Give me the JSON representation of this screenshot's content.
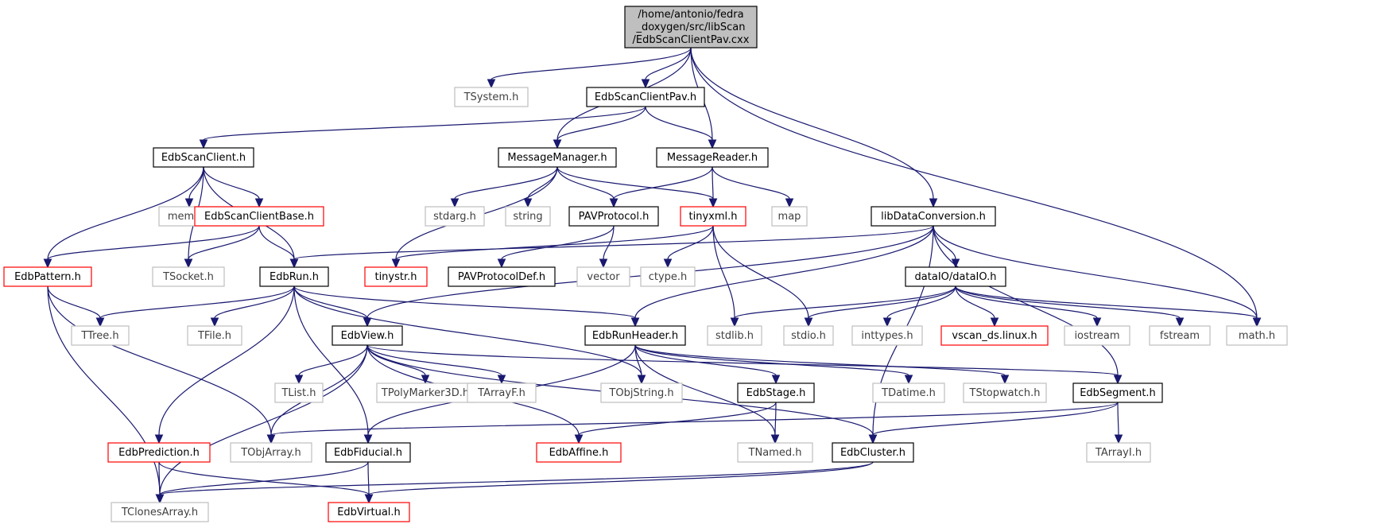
{
  "colors": {
    "edge": "#191970",
    "root_fill": "#bfbfbf",
    "documented_border": "#000000",
    "external_border": "#bfbfbf",
    "truncated_border": "#ff0000",
    "documented_text": "#000000",
    "external_text": "#404040"
  },
  "graph": {
    "root": "root",
    "nodes": [
      {
        "id": "root",
        "label": "/home/antonio/fedra\n_doxygen/src/libScan\n/EdbScanClientPav.cxx",
        "style": "root"
      },
      {
        "id": "TSystem",
        "label": "TSystem.h",
        "style": "external"
      },
      {
        "id": "EdbScanClientPav",
        "label": "EdbScanClientPav.h",
        "style": "documented"
      },
      {
        "id": "EdbScanClient",
        "label": "EdbScanClient.h",
        "style": "documented"
      },
      {
        "id": "MessageManager",
        "label": "MessageManager.h",
        "style": "documented"
      },
      {
        "id": "MessageReader",
        "label": "MessageReader.h",
        "style": "documented"
      },
      {
        "id": "memory",
        "label": "memory",
        "style": "external"
      },
      {
        "id": "EdbScanClientBase",
        "label": "EdbScanClientBase.h",
        "style": "truncated"
      },
      {
        "id": "stdarg",
        "label": "stdarg.h",
        "style": "external"
      },
      {
        "id": "string",
        "label": "string",
        "style": "external"
      },
      {
        "id": "PAVProtocol",
        "label": "PAVProtocol.h",
        "style": "documented"
      },
      {
        "id": "tinyxml",
        "label": "tinyxml.h",
        "style": "truncated"
      },
      {
        "id": "map",
        "label": "map",
        "style": "external"
      },
      {
        "id": "libDataConversion",
        "label": "libDataConversion.h",
        "style": "documented"
      },
      {
        "id": "EdbPattern",
        "label": "EdbPattern.h",
        "style": "truncated"
      },
      {
        "id": "TSocket",
        "label": "TSocket.h",
        "style": "external"
      },
      {
        "id": "EdbRun",
        "label": "EdbRun.h",
        "style": "documented"
      },
      {
        "id": "tinystr",
        "label": "tinystr.h",
        "style": "truncated"
      },
      {
        "id": "PAVProtocolDef",
        "label": "PAVProtocolDef.h",
        "style": "documented"
      },
      {
        "id": "vector",
        "label": "vector",
        "style": "external"
      },
      {
        "id": "ctype",
        "label": "ctype.h",
        "style": "external"
      },
      {
        "id": "dataIO",
        "label": "dataIO/dataIO.h",
        "style": "documented"
      },
      {
        "id": "TTree",
        "label": "TTree.h",
        "style": "external"
      },
      {
        "id": "TFile",
        "label": "TFile.h",
        "style": "external"
      },
      {
        "id": "EdbView",
        "label": "EdbView.h",
        "style": "documented"
      },
      {
        "id": "EdbRunHeader",
        "label": "EdbRunHeader.h",
        "style": "documented"
      },
      {
        "id": "stdlib",
        "label": "stdlib.h",
        "style": "external"
      },
      {
        "id": "stdio",
        "label": "stdio.h",
        "style": "external"
      },
      {
        "id": "inttypes",
        "label": "inttypes.h",
        "style": "external"
      },
      {
        "id": "vscan_ds",
        "label": "vscan_ds.linux.h",
        "style": "truncated"
      },
      {
        "id": "iostream",
        "label": "iostream",
        "style": "external"
      },
      {
        "id": "fstream",
        "label": "fstream",
        "style": "external"
      },
      {
        "id": "math",
        "label": "math.h",
        "style": "external"
      },
      {
        "id": "TList",
        "label": "TList.h",
        "style": "external"
      },
      {
        "id": "TPolyMarker3D",
        "label": "TPolyMarker3D.h",
        "style": "external"
      },
      {
        "id": "TArrayF",
        "label": "TArrayF.h",
        "style": "external"
      },
      {
        "id": "TObjString",
        "label": "TObjString.h",
        "style": "external"
      },
      {
        "id": "EdbStage",
        "label": "EdbStage.h",
        "style": "documented"
      },
      {
        "id": "TDatime",
        "label": "TDatime.h",
        "style": "external"
      },
      {
        "id": "TStopwatch",
        "label": "TStopwatch.h",
        "style": "external"
      },
      {
        "id": "EdbSegment",
        "label": "EdbSegment.h",
        "style": "documented"
      },
      {
        "id": "EdbPrediction",
        "label": "EdbPrediction.h",
        "style": "truncated"
      },
      {
        "id": "TObjArray",
        "label": "TObjArray.h",
        "style": "external"
      },
      {
        "id": "EdbFiducial",
        "label": "EdbFiducial.h",
        "style": "documented"
      },
      {
        "id": "EdbAffine",
        "label": "EdbAffine.h",
        "style": "truncated"
      },
      {
        "id": "TNamed",
        "label": "TNamed.h",
        "style": "external"
      },
      {
        "id": "EdbCluster",
        "label": "EdbCluster.h",
        "style": "documented"
      },
      {
        "id": "TArrayI",
        "label": "TArrayI.h",
        "style": "external"
      },
      {
        "id": "TClonesArray",
        "label": "TClonesArray.h",
        "style": "external"
      },
      {
        "id": "EdbVirtual",
        "label": "EdbVirtual.h",
        "style": "truncated"
      }
    ],
    "edges": [
      [
        "root",
        "TSystem"
      ],
      [
        "root",
        "EdbScanClientPav"
      ],
      [
        "root",
        "MessageManager"
      ],
      [
        "root",
        "MessageReader"
      ],
      [
        "root",
        "libDataConversion"
      ],
      [
        "root",
        "math"
      ],
      [
        "EdbScanClientPav",
        "EdbScanClient"
      ],
      [
        "EdbScanClientPav",
        "MessageManager"
      ],
      [
        "EdbScanClientPav",
        "MessageReader"
      ],
      [
        "EdbScanClient",
        "memory"
      ],
      [
        "EdbScanClient",
        "EdbScanClientBase"
      ],
      [
        "EdbScanClient",
        "EdbPattern"
      ],
      [
        "EdbScanClient",
        "TSocket"
      ],
      [
        "EdbScanClient",
        "EdbRun"
      ],
      [
        "EdbScanClientBase",
        "EdbPattern"
      ],
      [
        "EdbScanClientBase",
        "TSocket"
      ],
      [
        "EdbScanClientBase",
        "EdbRun"
      ],
      [
        "MessageManager",
        "stdarg"
      ],
      [
        "MessageManager",
        "string"
      ],
      [
        "MessageManager",
        "PAVProtocol"
      ],
      [
        "MessageManager",
        "tinyxml"
      ],
      [
        "MessageManager",
        "tinystr"
      ],
      [
        "MessageReader",
        "PAVProtocol"
      ],
      [
        "MessageReader",
        "tinyxml"
      ],
      [
        "MessageReader",
        "map"
      ],
      [
        "PAVProtocol",
        "PAVProtocolDef"
      ],
      [
        "PAVProtocol",
        "vector"
      ],
      [
        "tinyxml",
        "tinystr"
      ],
      [
        "tinyxml",
        "ctype"
      ],
      [
        "tinyxml",
        "stdlib"
      ],
      [
        "tinyxml",
        "stdio"
      ],
      [
        "libDataConversion",
        "EdbRun"
      ],
      [
        "libDataConversion",
        "EdbView"
      ],
      [
        "libDataConversion",
        "EdbRunHeader"
      ],
      [
        "libDataConversion",
        "dataIO"
      ],
      [
        "libDataConversion",
        "math"
      ],
      [
        "libDataConversion",
        "EdbSegment"
      ],
      [
        "libDataConversion",
        "EdbCluster"
      ],
      [
        "dataIO",
        "stdlib"
      ],
      [
        "dataIO",
        "stdio"
      ],
      [
        "dataIO",
        "inttypes"
      ],
      [
        "dataIO",
        "vscan_ds"
      ],
      [
        "dataIO",
        "iostream"
      ],
      [
        "dataIO",
        "fstream"
      ],
      [
        "dataIO",
        "math"
      ],
      [
        "EdbPattern",
        "TTree"
      ],
      [
        "EdbPattern",
        "TObjArray"
      ],
      [
        "EdbPattern",
        "TClonesArray"
      ],
      [
        "EdbRun",
        "TTree"
      ],
      [
        "EdbRun",
        "TFile"
      ],
      [
        "EdbRun",
        "EdbView"
      ],
      [
        "EdbRun",
        "EdbRunHeader"
      ],
      [
        "EdbRun",
        "TObjString"
      ],
      [
        "EdbRun",
        "EdbPrediction"
      ],
      [
        "EdbRun",
        "EdbFiducial"
      ],
      [
        "EdbView",
        "TList"
      ],
      [
        "EdbView",
        "TPolyMarker3D"
      ],
      [
        "EdbView",
        "TArrayF"
      ],
      [
        "EdbView",
        "TObjArray"
      ],
      [
        "EdbView",
        "TClonesArray"
      ],
      [
        "EdbView",
        "EdbAffine"
      ],
      [
        "EdbView",
        "EdbCluster"
      ],
      [
        "EdbView",
        "EdbSegment"
      ],
      [
        "EdbRunHeader",
        "TObjString"
      ],
      [
        "EdbRunHeader",
        "EdbStage"
      ],
      [
        "EdbRunHeader",
        "TDatime"
      ],
      [
        "EdbRunHeader",
        "TStopwatch"
      ],
      [
        "EdbRunHeader",
        "TNamed"
      ],
      [
        "EdbRunHeader",
        "EdbFiducial"
      ],
      [
        "EdbStage",
        "TNamed"
      ],
      [
        "EdbStage",
        "EdbAffine"
      ],
      [
        "EdbSegment",
        "TArrayI"
      ],
      [
        "EdbSegment",
        "TObjArray"
      ],
      [
        "EdbSegment",
        "EdbCluster"
      ],
      [
        "EdbPrediction",
        "TClonesArray"
      ],
      [
        "EdbPrediction",
        "EdbVirtual"
      ],
      [
        "EdbFiducial",
        "EdbVirtual"
      ],
      [
        "EdbFiducial",
        "TClonesArray"
      ],
      [
        "EdbCluster",
        "TClonesArray"
      ],
      [
        "EdbCluster",
        "EdbVirtual"
      ]
    ]
  }
}
